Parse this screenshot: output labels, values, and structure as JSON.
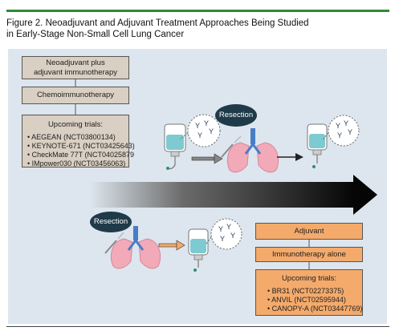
{
  "figure": {
    "title_line1": "Figure 2. Neoadjuvant and Adjuvant Treatment Approaches Being Studied",
    "title_line2": "in Early-Stage Non-Small Cell Lung Cancer"
  },
  "neoadjuvant": {
    "box1_line1": "Neoadjuvant plus",
    "box1_line2": "adjuvant immunotherapy",
    "box2": "Chemoimmunotherapy",
    "trials_heading": "Upcoming trials:",
    "trials": [
      "AEGEAN (NCT03800134)",
      "KEYNOTE-671 (NCT03425643)",
      "CheckMate 77T (NCT04025879",
      "IMpower030 (NCT03456063)"
    ]
  },
  "adjuvant": {
    "box1": "Adjuvant",
    "box2": "Immunotherapy alone",
    "trials_heading": "Upcoming trials:",
    "trials": [
      "BR31 (NCT02273375)",
      "ANVIL (NCT02595944)",
      "CANOPY-A (NCT03447769)"
    ]
  },
  "labels": {
    "resection_top": "Resection",
    "resection_bottom": "Resection"
  },
  "colors": {
    "accent_green": "#2f8a3a",
    "panel_bg": "#dde6ee",
    "neo_box": "#d9cfc2",
    "adj_box": "#f4aa6b",
    "bubble": "#1f3a48",
    "lung": "#f2a9b8",
    "trachea": "#4a7cc7",
    "iv_fluid": "#7ecad1"
  },
  "icons": [
    "iv-bag-icon",
    "antibody-cluster-icon",
    "lungs-icon",
    "scalpel-icon",
    "arrow-icon",
    "timeline-arrow-icon"
  ]
}
